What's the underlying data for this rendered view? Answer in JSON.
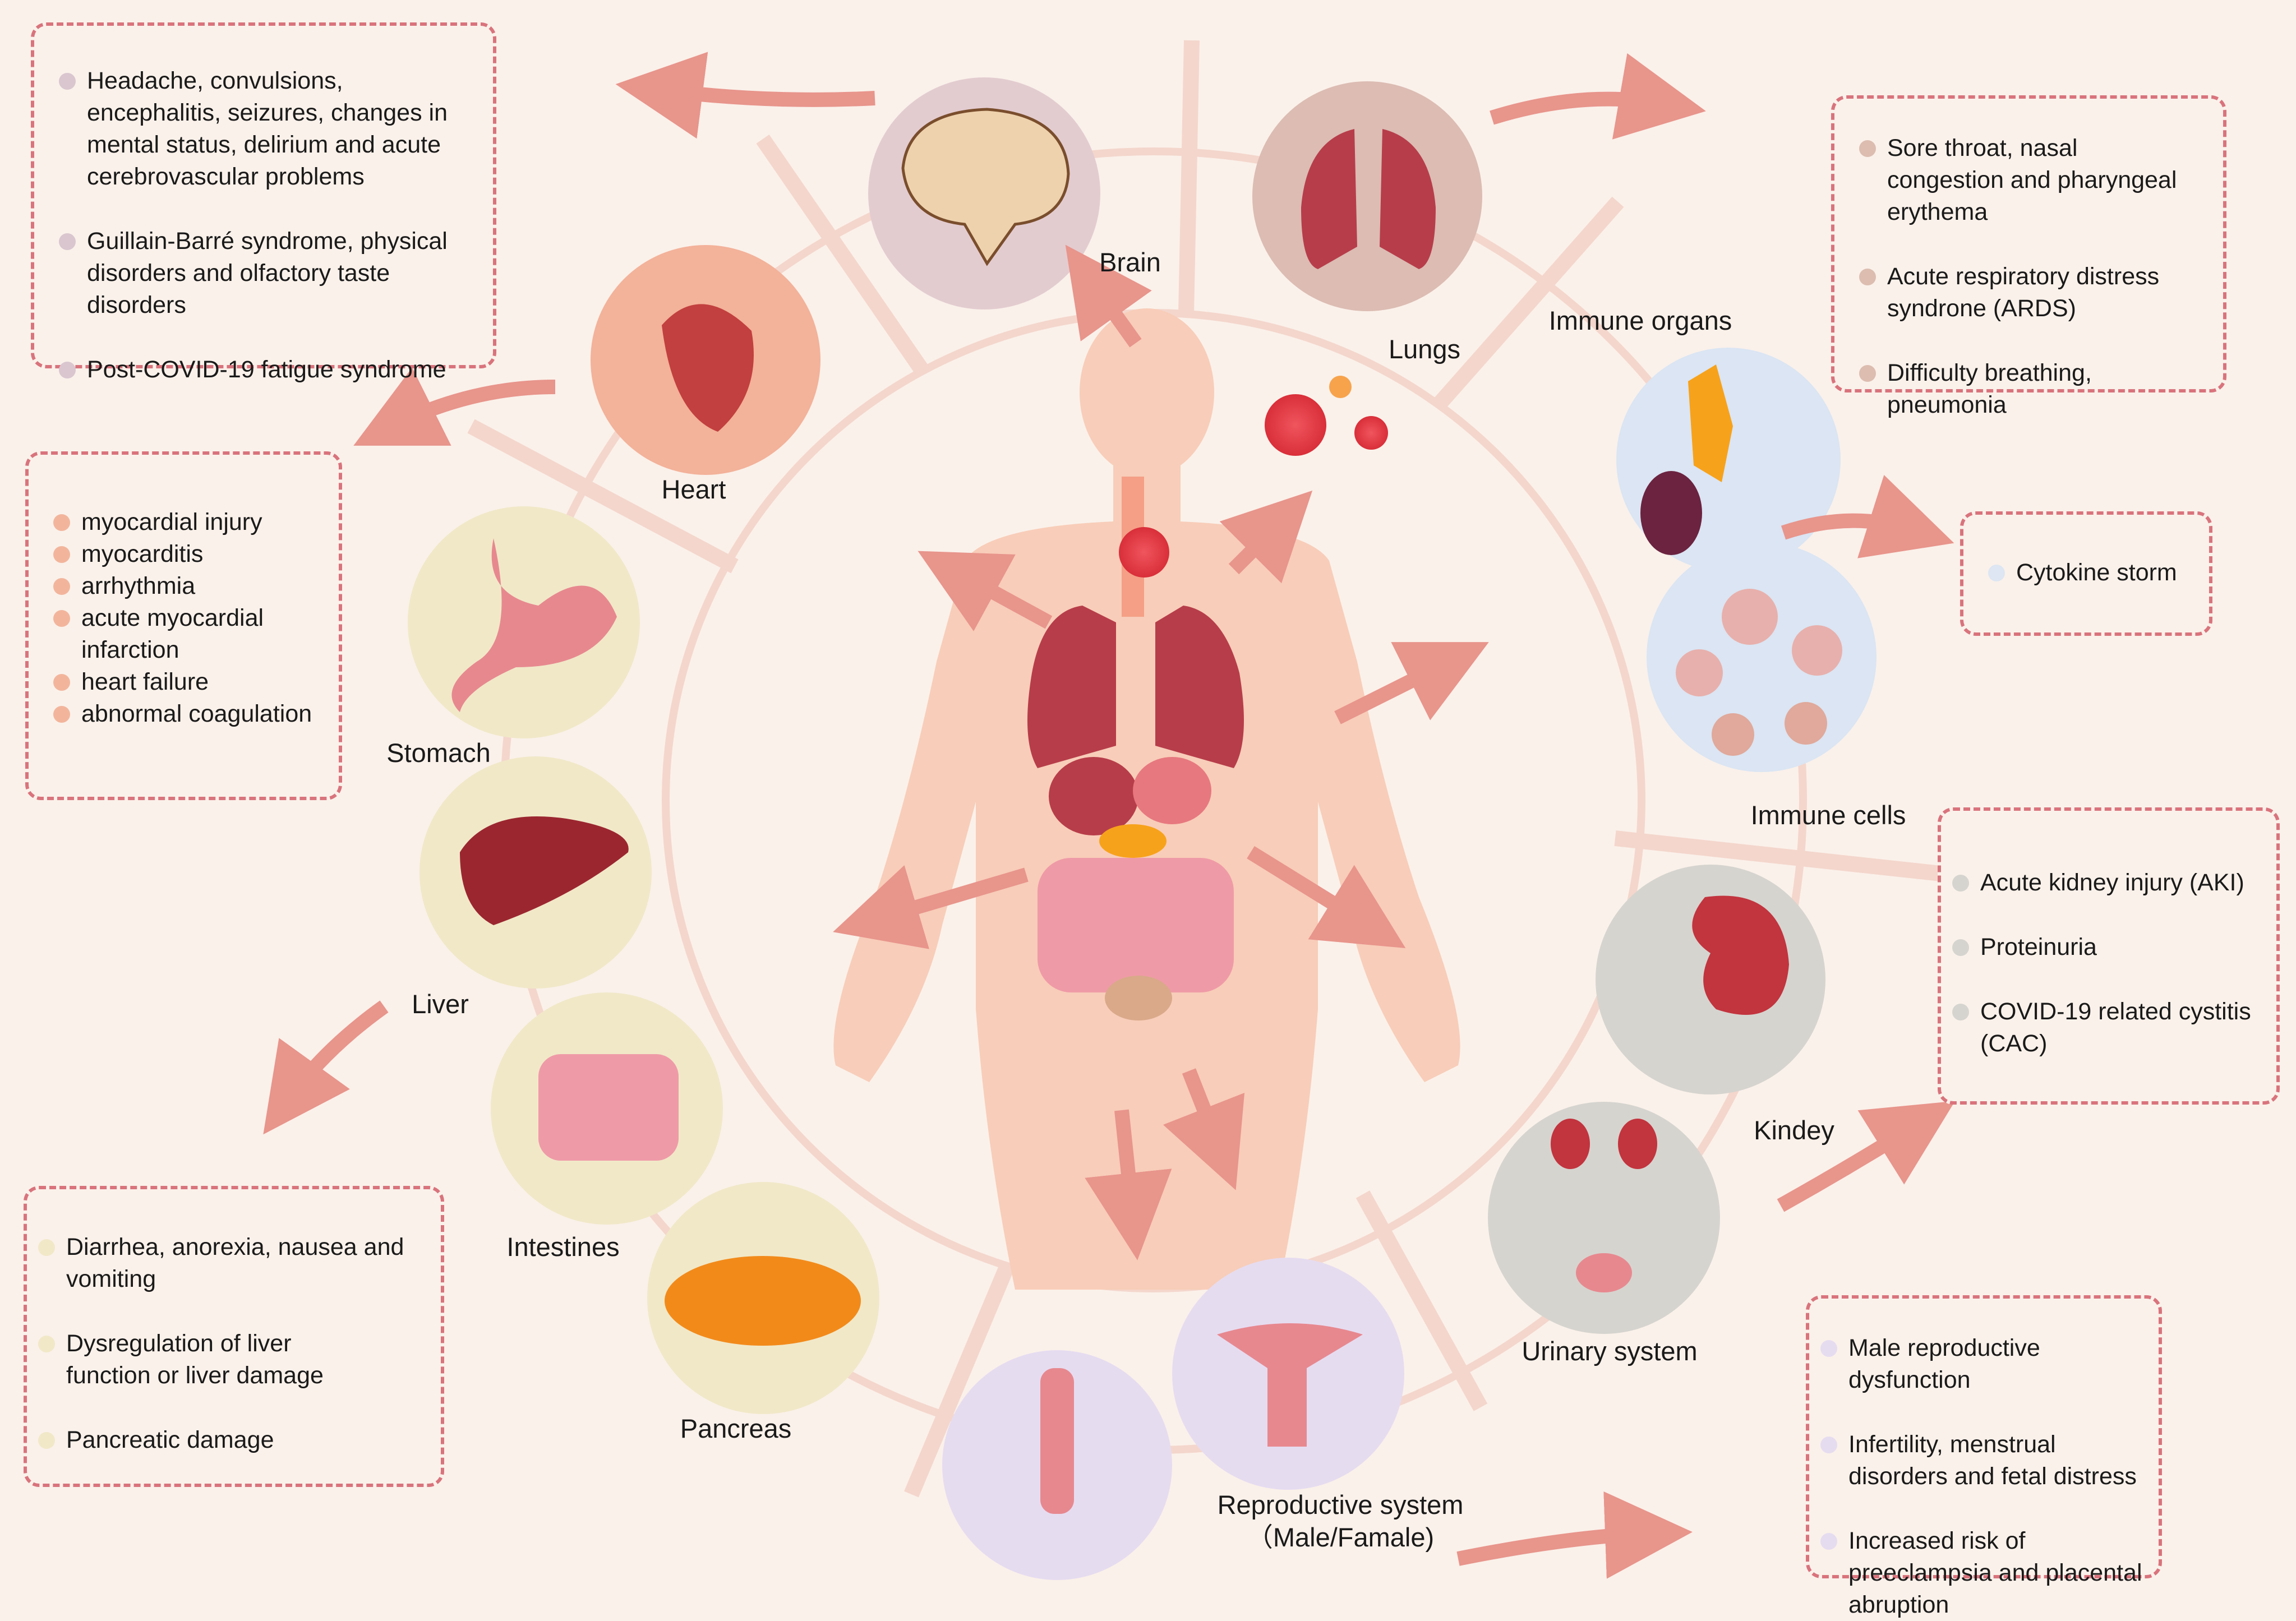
{
  "labels": {
    "brain": "Brain",
    "lungs": "Lungs",
    "heart": "Heart",
    "immune_organs": "Immune organs",
    "immune_cells": "Immune cells",
    "stomach": "Stomach",
    "liver": "Liver",
    "intestines": "Intestines",
    "pancreas": "Pancreas",
    "kidney": "Kindey",
    "urinary": "Urinary system",
    "reproductive_line1": "Reproductive system",
    "reproductive_line2": "（Male/Famale)"
  },
  "boxes": {
    "brain": {
      "dot_color": "#d9c6cf",
      "items": [
        "Headache, convulsions, encephalitis, seizures, changes in mental status, delirium and acute cerebrovascular problems",
        "Guillain-Barré syndrome, physical disorders and olfactory taste disorders",
        "Post-COVID-19 fatigue syndrome"
      ]
    },
    "lungs": {
      "dot_color": "#dcbdb0",
      "items": [
        "Sore throat, nasal congestion and pharyngeal erythema",
        "Acute respiratory distress syndrone (ARDS)",
        "Difficulty breathing, pneumonia"
      ]
    },
    "heart": {
      "dot_color": "#f2b59c",
      "items": [
        "myocardial injury",
        "myocarditis",
        "arrhythmia",
        "acute myocardial infarction",
        "heart failure",
        "abnormal coagulation"
      ]
    },
    "immune": {
      "dot_color": "#dde6f2",
      "items": [
        "Cytokine storm"
      ]
    },
    "kidney": {
      "dot_color": "#d6d4cf",
      "items": [
        "Acute kidney injury (AKI)",
        "Proteinuria",
        "COVID-19 related cystitis (CAC)"
      ]
    },
    "digestive": {
      "dot_color": "#f1e8c8",
      "items": [
        "Diarrhea, anorexia, nausea and vomiting",
        "Dysregulation of liver function or liver damage",
        "Pancreatic damage"
      ]
    },
    "reproductive": {
      "dot_color": "#e6dcf0",
      "items": [
        "Male reproductive dysfunction",
        "Infertility, menstrual disorders and fetal distress",
        "Increased risk of preeclampsia and placental abruption"
      ]
    }
  },
  "colors": {
    "background": "#faf1ea",
    "ring": "#f4d6cc",
    "box_border": "#d9737c",
    "arrow": "#e8958c",
    "body": "#f8cdb9"
  }
}
